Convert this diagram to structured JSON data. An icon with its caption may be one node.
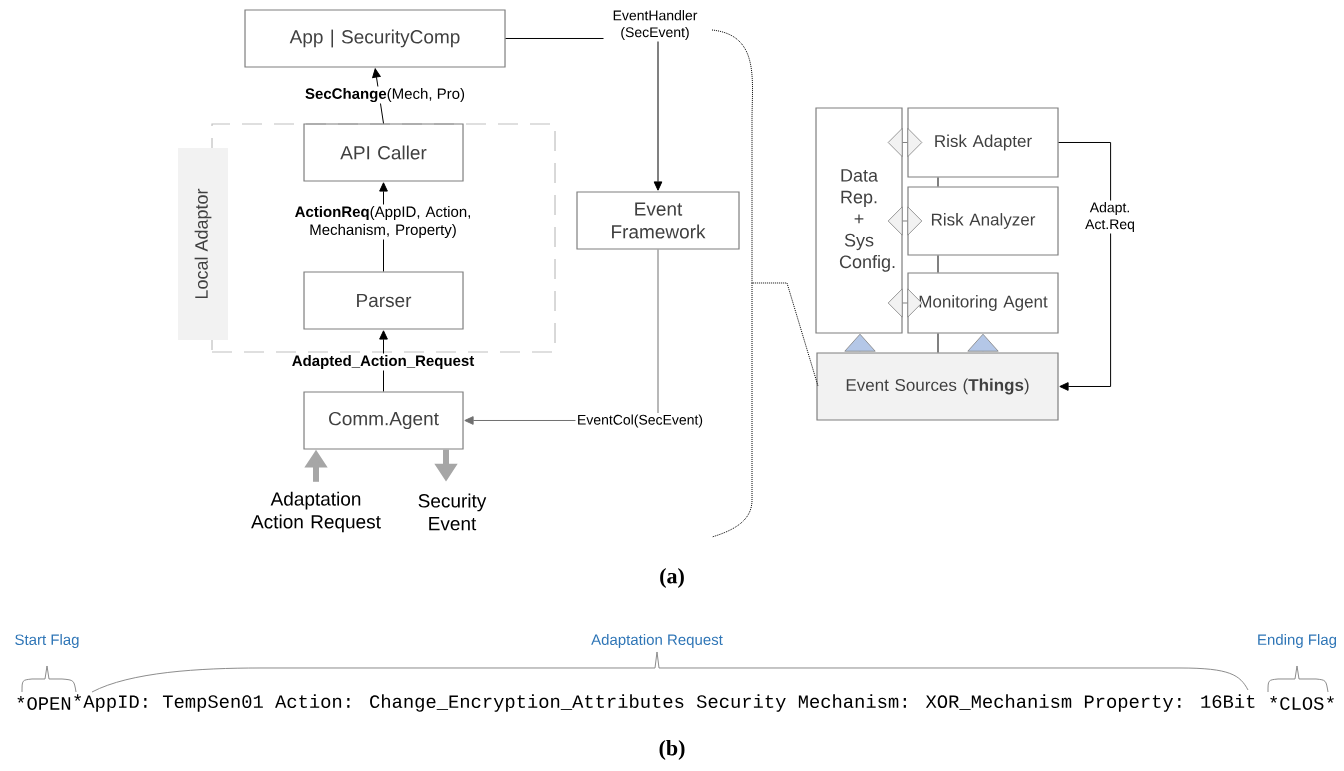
{
  "diagram": {
    "nodes": [
      {
        "text": [
          "App | SecurityComp"
        ]
      },
      {
        "text": [
          "Local Adaptor"
        ]
      },
      {
        "text": [
          "API Caller"
        ],
        "in": 1
      },
      {
        "text": [
          "Parser"
        ],
        "in": 1
      },
      {
        "text": [
          "Comm.Agent"
        ]
      },
      {
        "text": [
          "Event Framework"
        ]
      },
      {
        "text": [
          "Data Rep. + Sys Config."
        ]
      },
      {
        "text": [
          "Risk Adapter"
        ]
      },
      {
        "text": [
          "Risk Analyzer"
        ]
      },
      {
        "text": [
          "Monitoring Agent"
        ]
      },
      {
        "text": [
          "Event Sources (**Things**)"
        ]
      },
      {
        "text": [
          "Adaptation Action Request"
        ]
      },
      {
        "text": [
          "Security Event"
        ]
      }
    ],
    "edges": [
      {
        "from": 2,
        "to": 0,
        "arrow": "to",
        "label": "**SecChange**(Mech, Pro)"
      },
      {
        "from": 3,
        "to": 2,
        "arrow": "to",
        "label": "**ActionReq**(AppID, Action, Mechanism, Property)"
      },
      {
        "from": 4,
        "to": 3,
        "arrow": "to",
        "label": "**Adapted_Action_Request**"
      },
      {
        "from": 0,
        "to": 5,
        "arrow": "to",
        "label": "EventHandler (SecEvent)"
      },
      {
        "from": 5,
        "to": 4,
        "arrow": "to",
        "label": "EventCol(SecEvent)",
        "color": "#707070"
      },
      {
        "from": 11,
        "to": 4,
        "arrow": "to",
        "style": "thick",
        "color": "#a6a6a6"
      },
      {
        "from": 4,
        "to": 12,
        "arrow": "to",
        "style": "thick",
        "color": "#a6a6a6"
      },
      {
        "from": 7,
        "to": 10,
        "arrow": "to",
        "label": "Adapt. Act.Req"
      },
      {
        "from": 7,
        "to": 8,
        "arrow": "none"
      },
      {
        "from": 8,
        "to": 9,
        "arrow": "none"
      },
      {
        "from": 9,
        "to": 10,
        "arrow": "none"
      },
      {
        "from": 6,
        "to": 7,
        "arrow": "both",
        "color": "#7f7f7f"
      },
      {
        "from": 6,
        "to": 8,
        "arrow": "both",
        "color": "#7f7f7f"
      },
      {
        "from": 6,
        "to": 9,
        "arrow": "both",
        "color": "#7f7f7f"
      },
      {
        "from": 10,
        "to": 6,
        "arrow": "to",
        "color": "#b4c7e7"
      },
      {
        "from": 10,
        "to": 9,
        "arrow": "to",
        "color": "#b4c7e7"
      }
    ],
    "labels": [
      "(a)",
      "Start Flag",
      "Adaptation Request",
      "Ending Flag",
      "*OPEN",
      "*AppID: TempSen01 Action: Change_Encryption_Attributes Security Mechanism: XOR_Mechanism Property: 16Bit",
      "*CLOS",
      "*",
      "(b)"
    ]
  }
}
